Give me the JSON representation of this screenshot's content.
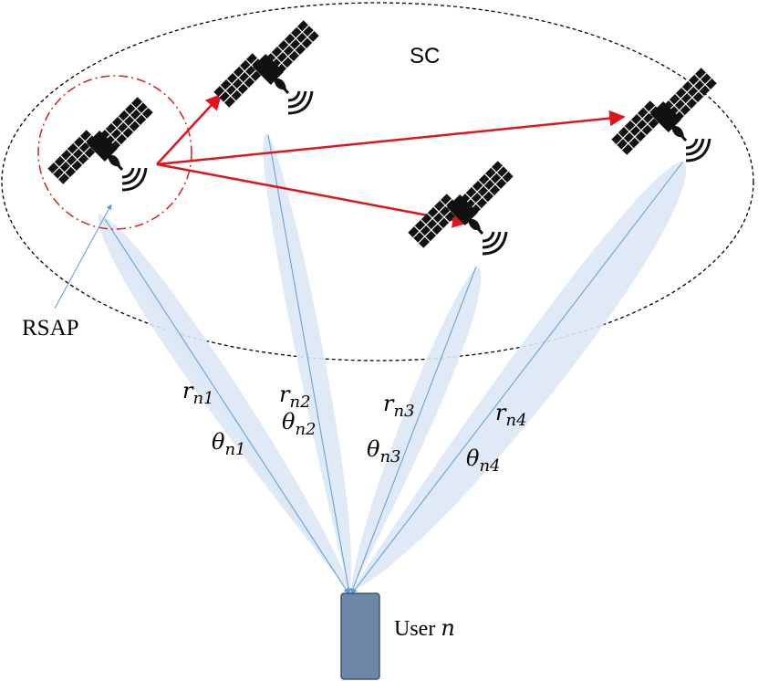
{
  "labels": {
    "sc": "SC",
    "rsap": "RSAP",
    "user_text": "User ",
    "user_index": "n"
  },
  "links": [
    {
      "r_base": "r",
      "r_sub": "n1",
      "theta_base": "θ",
      "theta_sub": "n1"
    },
    {
      "r_base": "r",
      "r_sub": "n2",
      "theta_base": "θ",
      "theta_sub": "n2"
    },
    {
      "r_base": "r",
      "r_sub": "n3",
      "theta_base": "θ",
      "theta_sub": "n3"
    },
    {
      "r_base": "r",
      "r_sub": "n4",
      "theta_base": "θ",
      "theta_sub": "n4"
    }
  ],
  "colors": {
    "beam_fill": "#dde8f5",
    "beam_line": "#5b9bd5",
    "isl_arrow": "#e0141e",
    "rsap_circle": "#d42020",
    "user_device": "#6c87a8"
  },
  "icons": [
    "satellite-icon",
    "satellite-icon",
    "satellite-icon",
    "satellite-icon",
    "user-device-icon"
  ]
}
